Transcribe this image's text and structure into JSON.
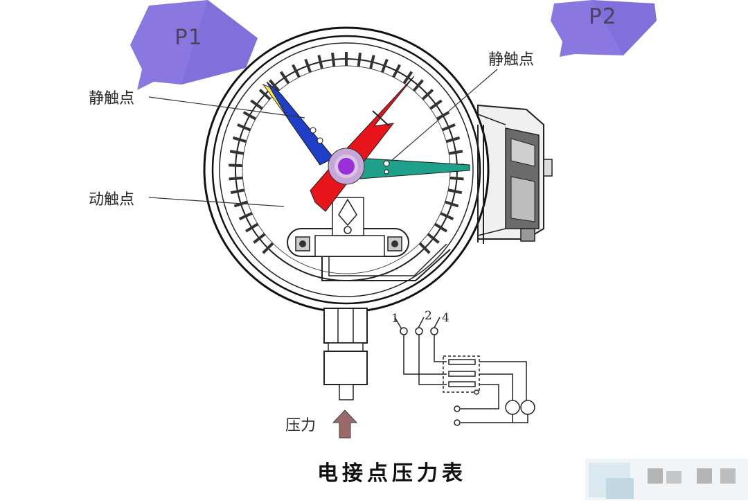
{
  "callouts": {
    "p1": "P1",
    "p2": "P2"
  },
  "labels": {
    "static_contact_left": "静触点",
    "static_contact_right": "静触点",
    "moving_contact": "动触点",
    "pressure": "压力"
  },
  "terminals": [
    "1",
    "2",
    "4"
  ],
  "caption": "电接点压力表",
  "colors": {
    "callout": "#8a78e0",
    "callout_dark": "#6f5ed0",
    "pointer_red": "#e8141c",
    "contact_blue": "#1f3fc8",
    "contact_green": "#1fa08a",
    "hub": "#9b2fd8",
    "arrow": "#9a6a6a"
  }
}
